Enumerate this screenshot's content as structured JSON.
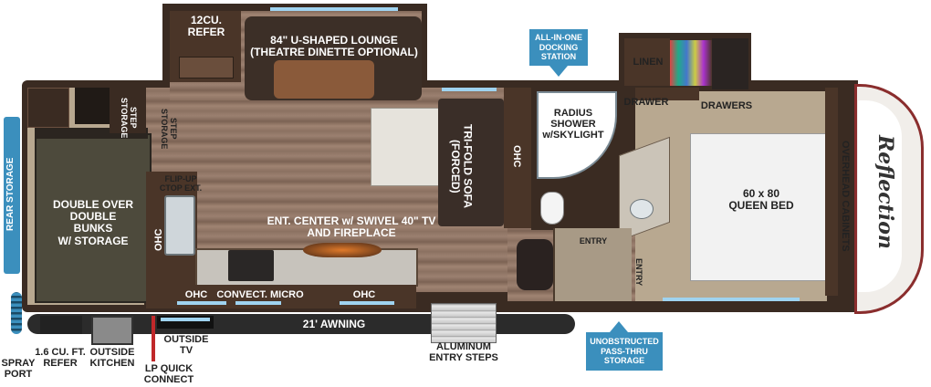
{
  "labels": {
    "refer_12cu": "12CU.\nREFER",
    "lounge": "84\" U-SHAPED LOUNGE\n(THEATRE DINETTE OPTIONAL)",
    "step_storage_1": "STEP\nSTORAGE",
    "step_storage_2": "STEP\nSTORAGE",
    "rear_storage": "REAR STORAGE",
    "bunks": "DOUBLE OVER\nDOUBLE\nBUNKS\nW/ STORAGE",
    "ohc_left": "OHC",
    "flip_up": "FLIP-UP\nCTOP EXT.",
    "ent_center": "ENT. CENTER w/ SWIVEL 40\" TV\nAND FIREPLACE",
    "ohc_bottom_left": "OHC",
    "convect_micro": "CONVECT. MICRO",
    "ohc_bottom_right": "OHC",
    "tri_fold_sofa": "TRI-FOLD SOFA\n(FORCED)",
    "ohc_mid": "OHC",
    "radius_shower": "RADIUS\nSHOWER\nw/SKYLIGHT",
    "entry_1": "ENTRY",
    "entry_2": "ENTRY",
    "linen": "LINEN",
    "drawer": "DRAWER",
    "drawers": "DRAWERS",
    "queen_bed": "60 x 80\nQUEEN BED",
    "overhead_cabinets": "OVERHEAD CABINETS",
    "brand": "Reflection",
    "awning": "21' AWNING",
    "spray_port": "SPRAY\nPORT",
    "refer_16": "1.6 CU. FT.\nREFER",
    "outside_kitchen": "OUTSIDE\nKITCHEN",
    "outside_tv": "OUTSIDE\nTV",
    "lp_quick": "LP QUICK\nCONNECT",
    "aluminum_steps": "ALUMINUM\nENTRY STEPS"
  },
  "callouts": {
    "docking": "ALL-IN-ONE\nDOCKING\nSTATION",
    "pass_thru": "UNOBSTRUCTED\nPASS-THRU\nSTORAGE"
  },
  "colors": {
    "callout_blue": "#3b8fbd",
    "cabinet": "#4a3528",
    "wall": "#3a2b22",
    "carpet": "#b8a890",
    "window": "#9fd3f0"
  }
}
